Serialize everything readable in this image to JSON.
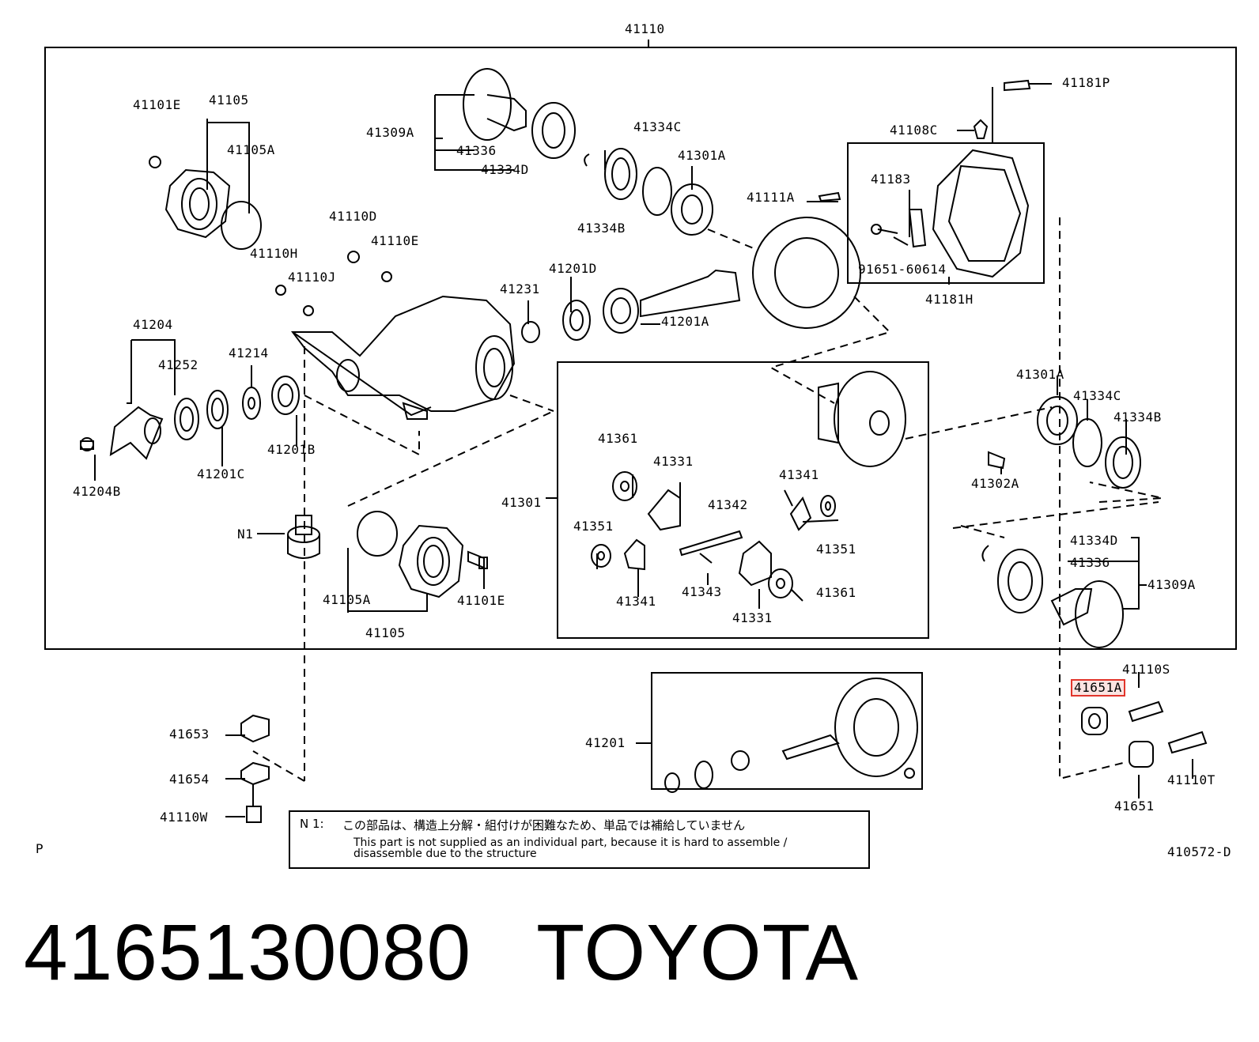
{
  "diagram": {
    "group_labels": {
      "main": "41110",
      "differential_case": "41301",
      "ring_pinion_set": "41201",
      "cover_group": "41181H"
    },
    "part_labels": [
      "41101E",
      "41105",
      "41105A",
      "41110D",
      "41110E",
      "41110H",
      "41110J",
      "41309A",
      "41336",
      "41334D",
      "41334C",
      "41334B",
      "41301A",
      "41111A",
      "41108C",
      "41181P",
      "41183",
      "91651-60614",
      "41201D",
      "41231",
      "41201A",
      "41204",
      "41252",
      "41214",
      "41201C",
      "41201B",
      "41204B",
      "N1",
      "41105A",
      "41101E",
      "41105",
      "41361",
      "41331",
      "41342",
      "41341",
      "41351",
      "41351",
      "41341",
      "41343",
      "41331",
      "41361",
      "41301A",
      "41334C",
      "41334B",
      "41302A",
      "41334D",
      "41336",
      "41309A",
      "41110S",
      "41651A",
      "41651",
      "41110T",
      "41653",
      "41654",
      "41110W"
    ],
    "highlighted_part": "41651A",
    "corner_left": "P",
    "drawing_code": "410572-D"
  },
  "note": {
    "ref": "N 1:",
    "jp": "この部品は、構造上分解・組付けが困難なため、単品では補給していません",
    "en_line1": "This part is not supplied as an individual part, because it is hard to assemble /",
    "en_line2": "disassemble due to the structure"
  },
  "title": {
    "part_number": "4165130080",
    "brand": "TOYOTA"
  }
}
